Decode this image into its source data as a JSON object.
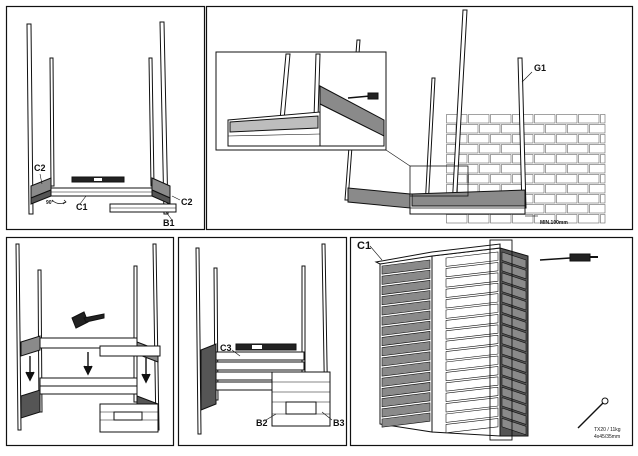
{
  "panels": [
    {
      "id": "p1",
      "labels": {
        "c2_left": "C2",
        "c1": "C1",
        "c2_right": "C2",
        "b1": "B1",
        "angle": "90°"
      }
    },
    {
      "id": "p2",
      "labels": {
        "g1": "G1",
        "min_gap": "MIN.100mm"
      }
    },
    {
      "id": "p3",
      "labels": {}
    },
    {
      "id": "p4",
      "labels": {
        "c3": "C3",
        "b2": "B2",
        "b3": "B3"
      }
    },
    {
      "id": "p5",
      "labels": {
        "c1": "C1",
        "screw_spec_1": "TX20 / 11kg",
        "screw_spec_2": "4x45/35mm"
      }
    }
  ],
  "colors": {
    "line": "#111111",
    "panel_fill": "#8a8a8a",
    "dark_fill": "#555555",
    "light_fill": "#bdbdbd",
    "brick_line": "#666666"
  },
  "icons": [
    "spirit-level-icon",
    "mallet-icon",
    "screwdriver-icon",
    "screw-icon",
    "down-arrow-icon"
  ]
}
